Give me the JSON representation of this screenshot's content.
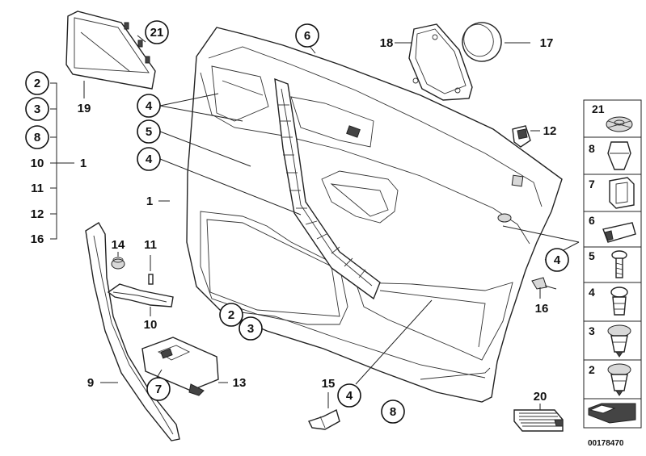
{
  "diagram_code": "00178470",
  "callouts": {
    "c21": "21",
    "c19": "19",
    "c2a": "2",
    "c3a": "3",
    "c8a": "8",
    "c10a": "10",
    "c1a": "1",
    "c11a": "11",
    "c12a": "12",
    "c16a": "16",
    "c6": "6",
    "c18": "18",
    "c17": "17",
    "c4a": "4",
    "c5": "5",
    "c4b": "4",
    "c1b": "1",
    "c12b": "12",
    "c14": "14",
    "c11b": "11",
    "c10b": "10",
    "c2b": "2",
    "c3b": "3",
    "c9": "9",
    "c7": "7",
    "c13": "13",
    "c15": "15",
    "c4c": "4",
    "c8b": "8",
    "c4d": "4",
    "c16b": "16",
    "c20": "20"
  },
  "legend": [
    "21",
    "8",
    "7",
    "6",
    "5",
    "4",
    "3",
    "2"
  ]
}
